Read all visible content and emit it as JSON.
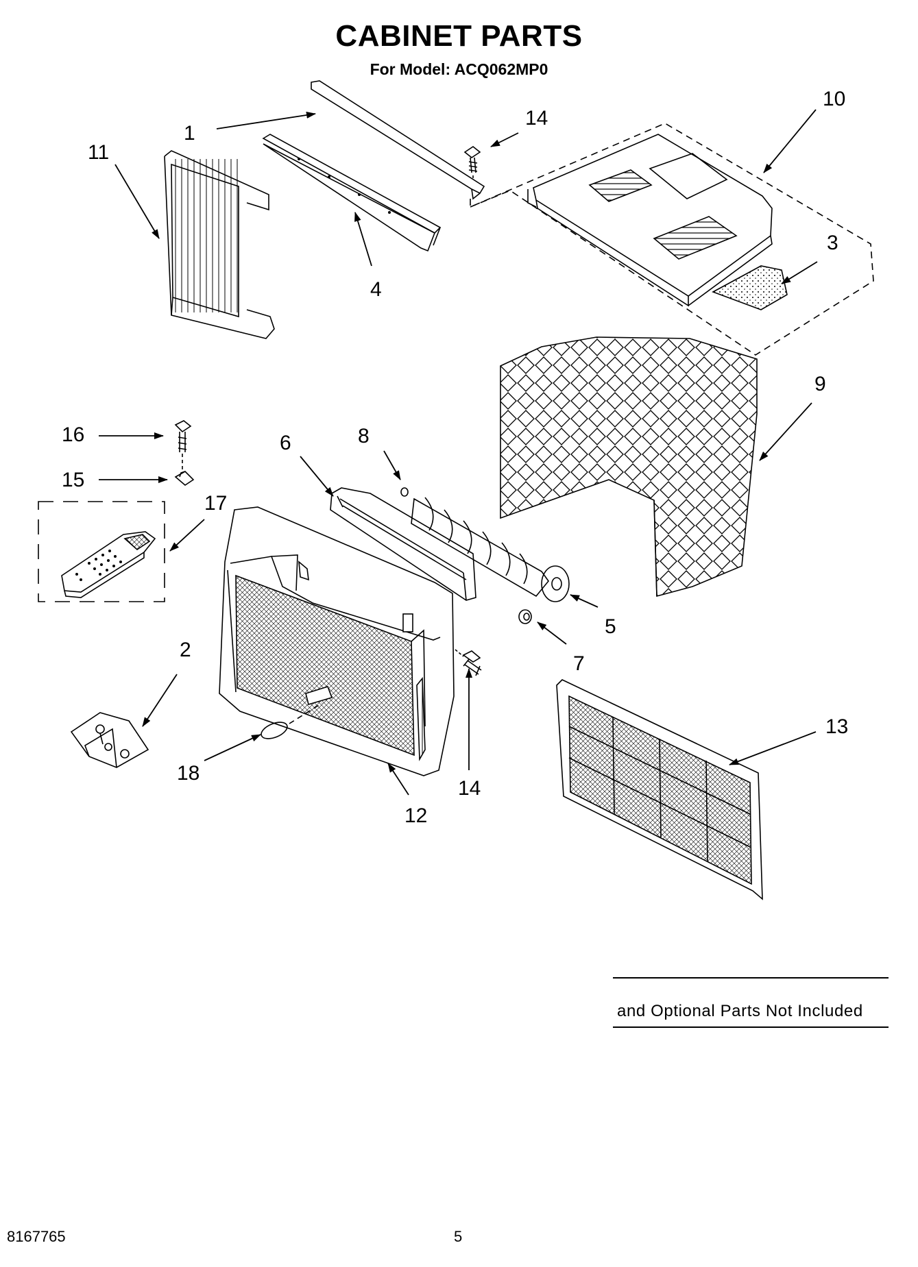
{
  "header": {
    "title": "CABINET PARTS",
    "subtitle": "For Model: ACQ062MP0"
  },
  "callouts": [
    "1",
    "11",
    "14",
    "10",
    "4",
    "3",
    "9",
    "16",
    "6",
    "8",
    "15",
    "17",
    "5",
    "7",
    "2",
    "13",
    "18",
    "14",
    "12"
  ],
  "legend": {
    "text": "and Optional Parts Not Included"
  },
  "footer": {
    "doc_number": "8167765",
    "page_number": "5"
  }
}
